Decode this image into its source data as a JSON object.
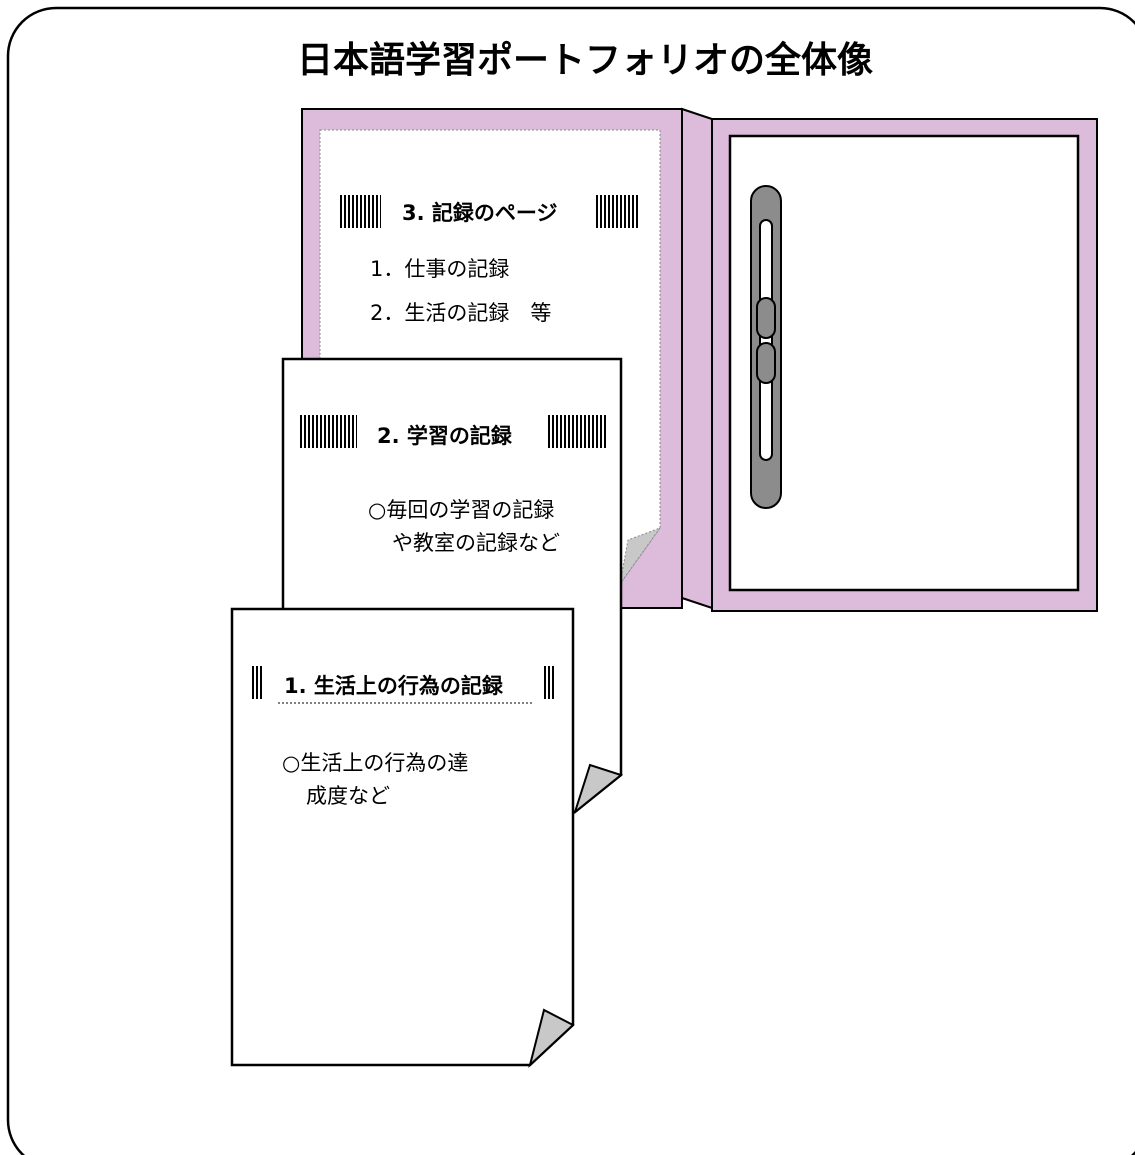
{
  "title": "日本語学習ポートフォリオの全体像",
  "pages": {
    "records": {
      "heading": "3. 記録のページ",
      "items": [
        "1．仕事の記録",
        "2．生活の記録　等"
      ]
    },
    "learning": {
      "heading": "2. 学習の記録",
      "lines": [
        "○毎回の学習の記録",
        "や教室の記録など"
      ]
    },
    "life": {
      "heading": "1. 生活上の行為の記録",
      "lines": [
        "○生活上の行為の達",
        "成度など"
      ]
    }
  },
  "colors": {
    "binder": "#dcbbdb",
    "stroke": "#000000",
    "ring": "#8c8c8c",
    "curl": "#c8c8c8"
  }
}
